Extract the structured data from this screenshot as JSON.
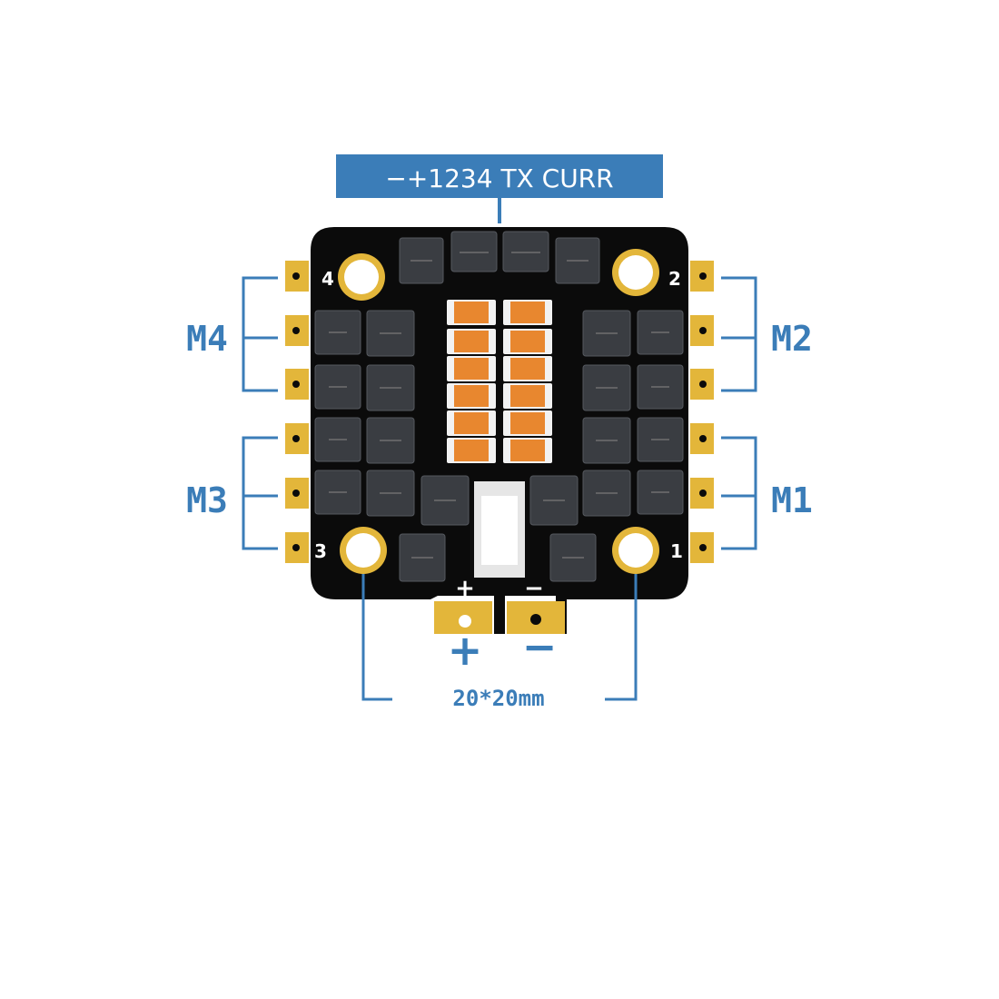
{
  "connector_label": "−+1234   TX CURR",
  "motors": {
    "m1": "M1",
    "m2": "M2",
    "m3": "M3",
    "m4": "M4"
  },
  "silkscreen": {
    "hole1": "1",
    "hole2": "2",
    "hole3": "3",
    "hole4": "4",
    "plus": "+",
    "minus": "−"
  },
  "power": {
    "plus": "+",
    "minus": "−"
  },
  "dimension": "20*20mm",
  "colors": {
    "label_blue": "#3b7db8",
    "pcb_black": "#0b0b0b",
    "pad_gold": "#e3b63a",
    "mosfet_gray": "#3a3d42",
    "capacitor_orange": "#e8872f"
  }
}
